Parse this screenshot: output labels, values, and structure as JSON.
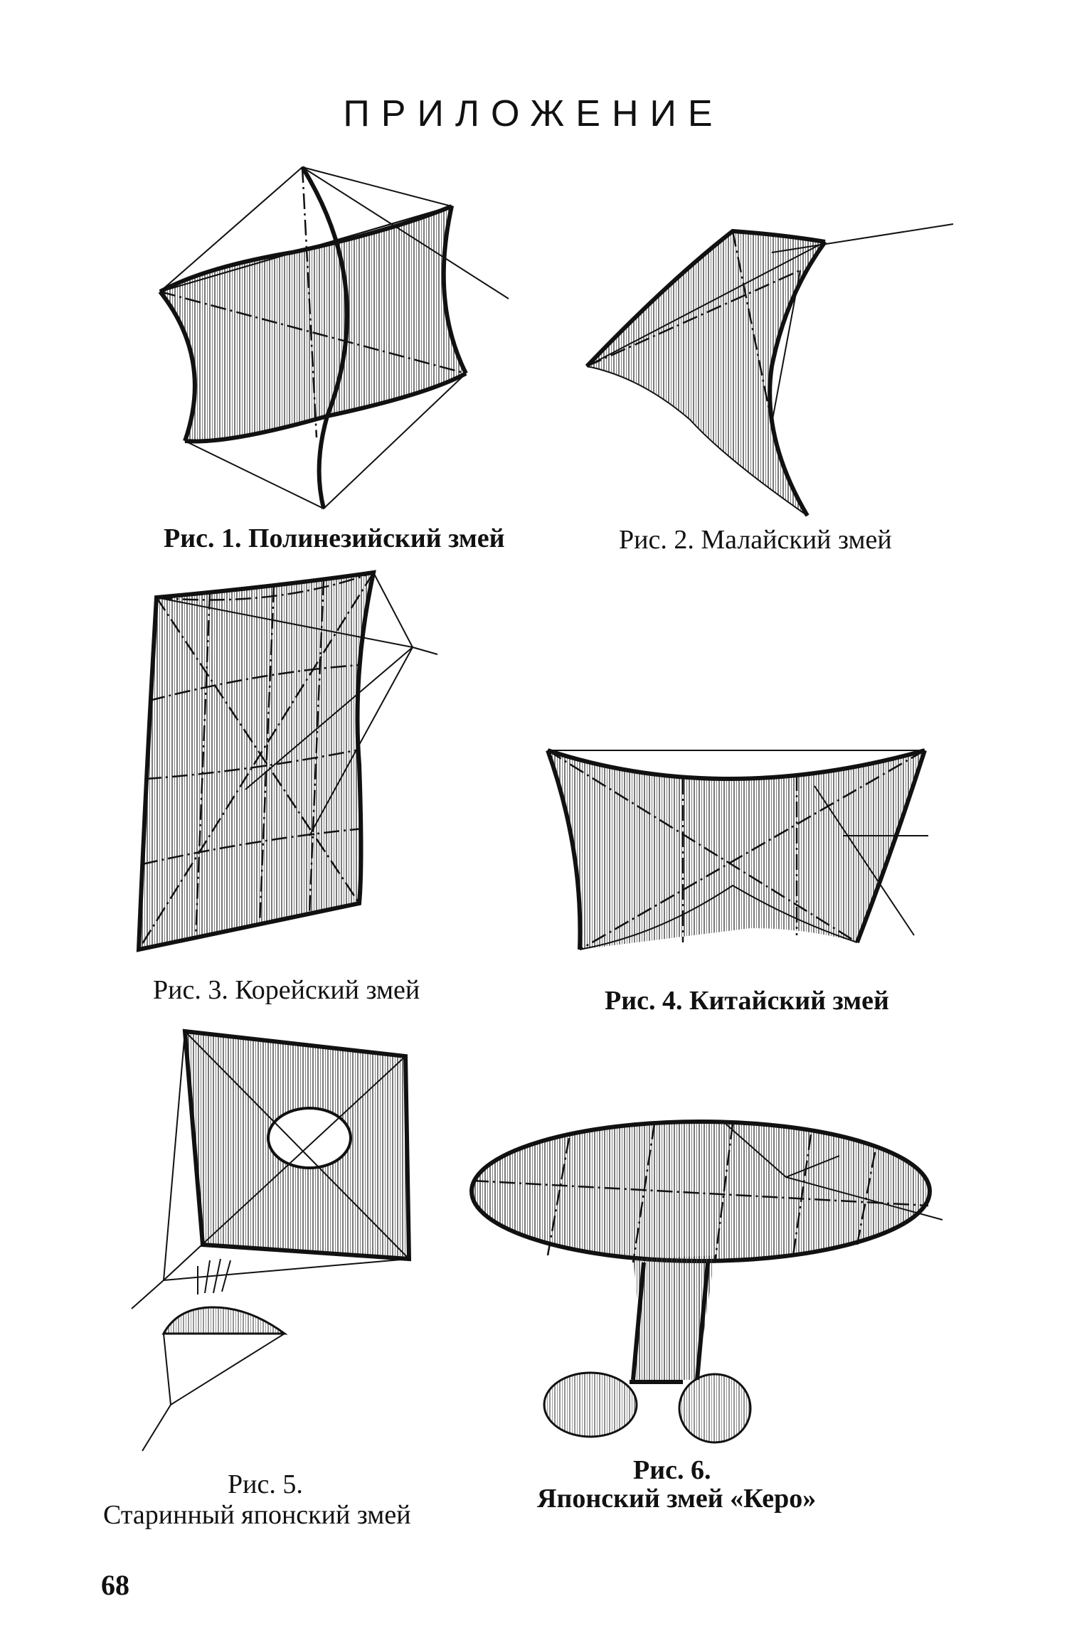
{
  "page": {
    "title": "ПРИЛОЖЕНИЕ",
    "page_number": "68"
  },
  "figures": [
    {
      "caption": "Рис. 1. Полинезийский змей"
    },
    {
      "caption": "Рис. 2. Малайский змей"
    },
    {
      "caption": "Рис. 3. Корейский змей"
    },
    {
      "caption": "Рис. 4. Китайский змей"
    },
    {
      "caption_line1": "Рис. 5.",
      "caption_line2": "Старинный японский змей"
    },
    {
      "caption_line1": "Рис. 6.",
      "caption_line2": "Японский змей «Керо»"
    }
  ]
}
